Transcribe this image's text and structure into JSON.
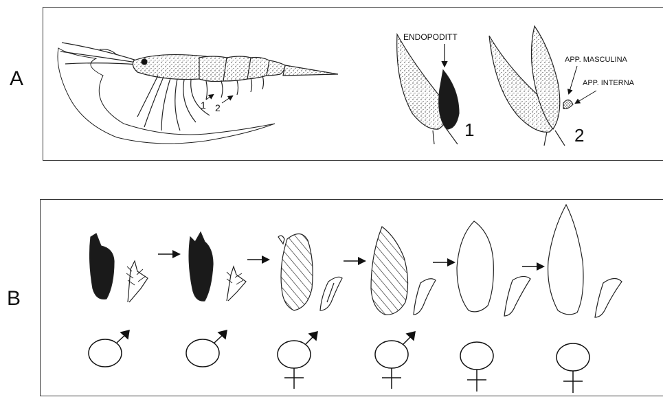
{
  "panel_a": {
    "label": "A",
    "endopodite_label": "ENDOPODITT",
    "masculina_label": "APP. MASCULINA",
    "interna_label": "APP. INTERNA",
    "leg_1_label": "1",
    "leg_2_label": "2",
    "fig_1_number": "1",
    "fig_2_number": "2"
  },
  "panel_b": {
    "label": "B",
    "stages": [
      {
        "endopodite": "solid",
        "symbol": "male"
      },
      {
        "endopodite": "solid",
        "symbol": "male"
      },
      {
        "endopodite": "hatched",
        "symbol": "hermaphrodite"
      },
      {
        "endopodite": "hatched",
        "symbol": "hermaphrodite"
      },
      {
        "endopodite": "outline",
        "symbol": "female"
      },
      {
        "endopodite": "outline",
        "symbol": "female"
      }
    ]
  }
}
